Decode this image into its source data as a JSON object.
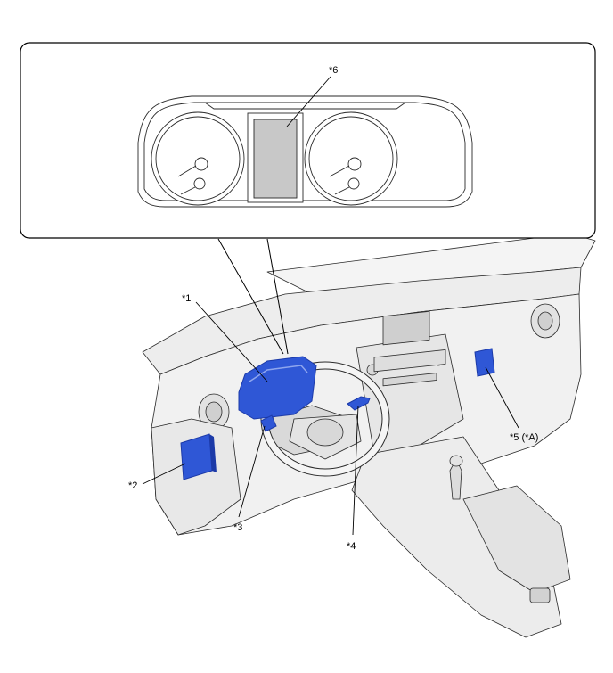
{
  "callouts": {
    "c1": "*1",
    "c2": "*2",
    "c3": "*3",
    "c4": "*4",
    "c5": "*5 (*A)",
    "c6": "*6"
  },
  "colors": {
    "highlight_blue": "#2f57d6",
    "highlight_blue_dark": "#1c3aa8",
    "outline": "#2a2a2a",
    "interior_light": "#f2f2f2",
    "interior_mid": "#d9d9d9",
    "interior_dark": "#bdbdbd",
    "display_gray": "#c8c8c8"
  },
  "icons": {
    "component_1": "combination-meter-icon",
    "component_2": "ecu-module-icon",
    "component_3": "steering-switch-icon",
    "component_4": "combination-switch-icon",
    "component_5": "ecu-module-icon"
  }
}
